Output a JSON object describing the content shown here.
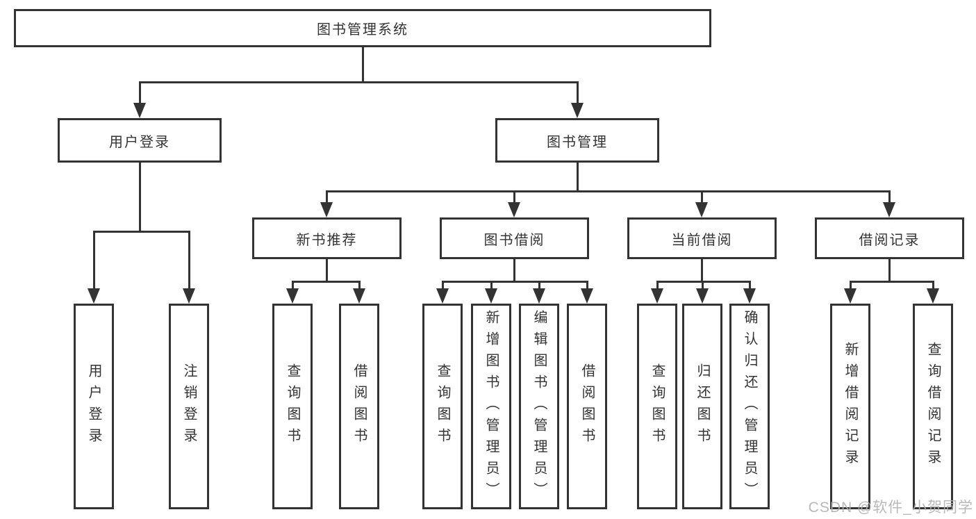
{
  "diagram": {
    "root": {
      "label": "图书管理系统"
    },
    "level2": [
      {
        "label": "用户登录"
      },
      {
        "label": "图书管理"
      }
    ],
    "level3": [
      {
        "label": "新书推荐"
      },
      {
        "label": "图书借阅"
      },
      {
        "label": "当前借阅"
      },
      {
        "label": "借阅记录"
      }
    ],
    "leaves": {
      "user_login": [
        "用户登录",
        "注销登录"
      ],
      "new_book": [
        "查询图书",
        "借阅图书"
      ],
      "book_borrow": [
        "查询图书",
        "新增图书（管理员）",
        "编辑图书（管理员）",
        "借阅图书"
      ],
      "current_borrow": [
        "查询图书",
        "归还图书",
        "确认归还（管理员）"
      ],
      "borrow_records": [
        "新增借阅记录",
        "查询借阅记录"
      ]
    }
  },
  "watermark": {
    "text": "CSDN @软件_小贺同学"
  },
  "colors": {
    "line": "#333333",
    "text": "#333333",
    "watermark": "#b0b0b0",
    "background": "#ffffff"
  }
}
